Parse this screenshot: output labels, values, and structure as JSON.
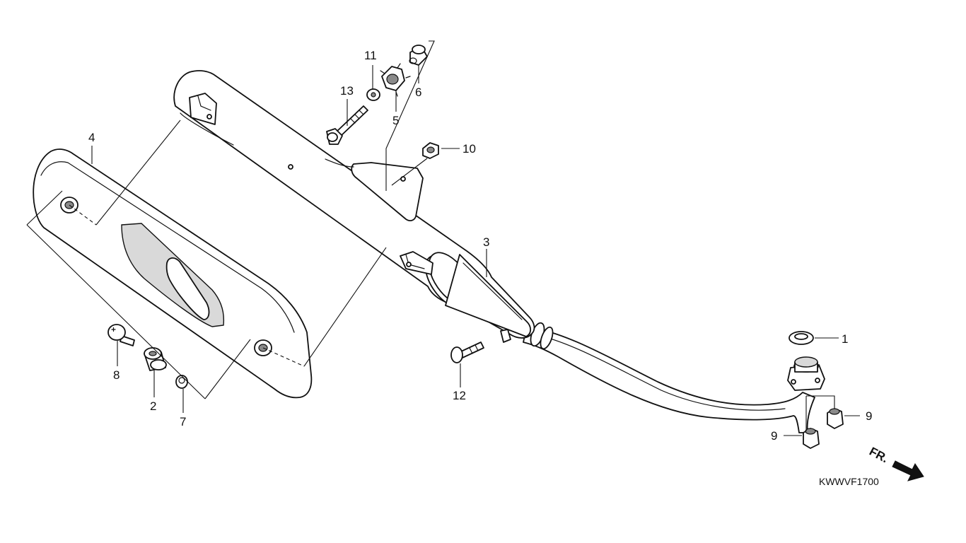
{
  "diagram": {
    "callouts": [
      {
        "id": "c1",
        "label": "1"
      },
      {
        "id": "c2",
        "label": "2"
      },
      {
        "id": "c3",
        "label": "3"
      },
      {
        "id": "c4",
        "label": "4"
      },
      {
        "id": "c5",
        "label": "5"
      },
      {
        "id": "c6",
        "label": "6"
      },
      {
        "id": "c7",
        "label": "7"
      },
      {
        "id": "c8",
        "label": "8"
      },
      {
        "id": "c9a",
        "label": "9"
      },
      {
        "id": "c9b",
        "label": "9"
      },
      {
        "id": "c10",
        "label": "10"
      },
      {
        "id": "c11",
        "label": "11"
      },
      {
        "id": "c12",
        "label": "12"
      },
      {
        "id": "c13",
        "label": "13"
      }
    ],
    "diagram_code": "KWWVF1700",
    "direction_label": "FR.",
    "line_color": "#111111",
    "background": "#ffffff"
  }
}
